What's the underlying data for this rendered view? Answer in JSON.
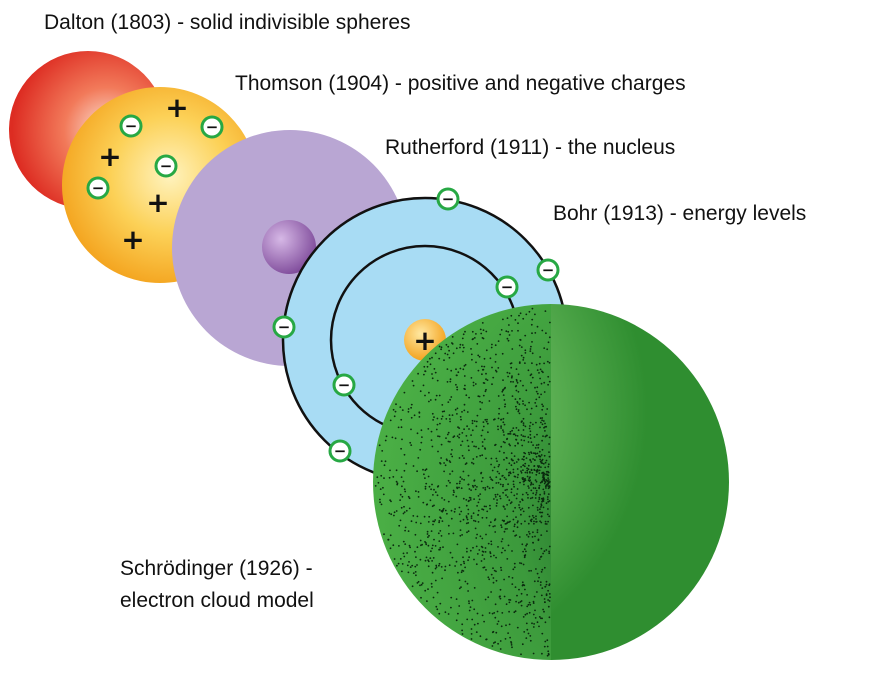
{
  "labels": {
    "dalton": "Dalton (1803) - solid indivisible spheres",
    "thomson": "Thomson (1904) - positive and negative charges",
    "rutherford": "Rutherford (1911) - the nucleus",
    "bohr": "Bohr (1913) - energy levels",
    "schrodinger_line1": "Schrödinger (1926) -",
    "schrodinger_line2": "electron cloud model"
  },
  "symbols": {
    "plus": "+",
    "minus": "−"
  },
  "colors": {
    "dalton_sphere": "#e8392a",
    "thomson_sphere": "#f6a81c",
    "rutherford_atom": "#b9a6d3",
    "rutherford_nucleus": "#8d5aa6",
    "bohr_atom": "#a8dcf4",
    "bohr_nucleus": "#f3a41a",
    "electron_ring": "#27a844",
    "schrodinger_sphere": "#4aae45"
  }
}
